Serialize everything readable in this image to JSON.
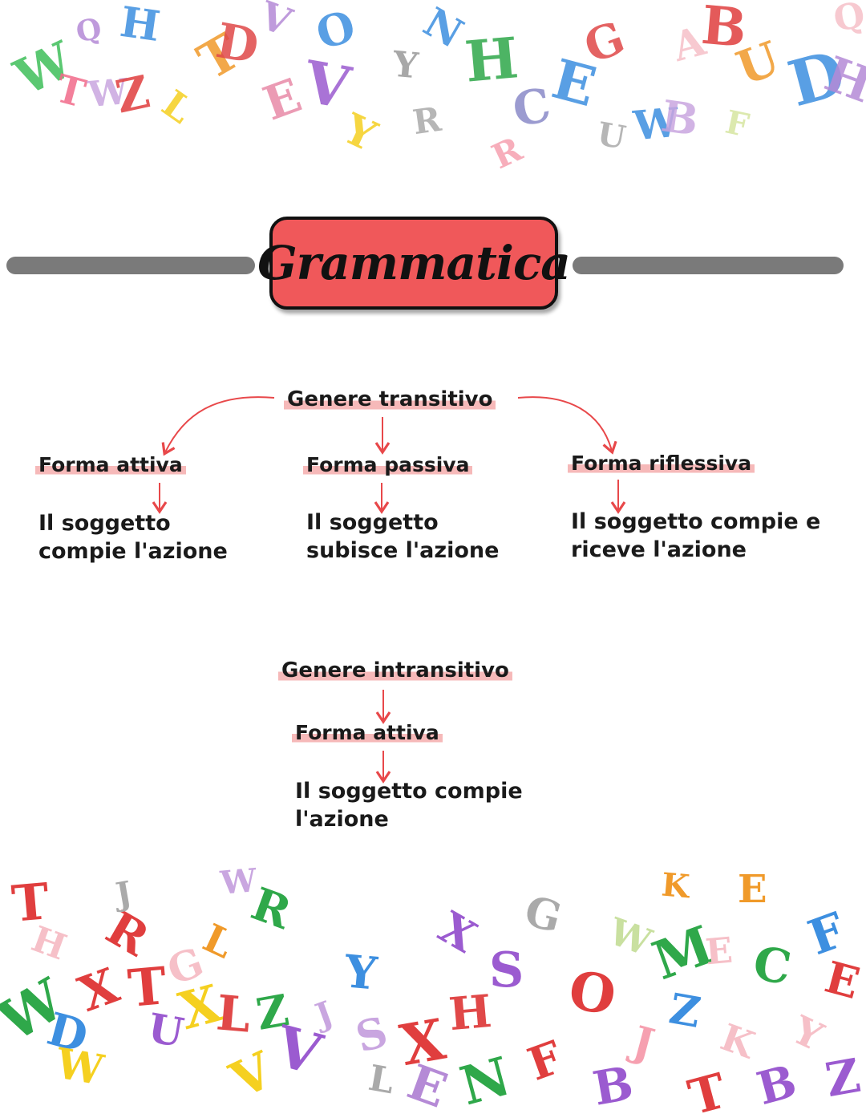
{
  "title": "Grammatica",
  "accent_color": "#f0585a",
  "arrow_color": "#e8484a",
  "highlight_color": "#f6b9b9",
  "transitive": {
    "heading": "Genere transitivo",
    "columns": [
      {
        "form": "Forma attiva",
        "desc": "Il soggetto compie l'azione"
      },
      {
        "form": "Forma passiva",
        "desc": "Il soggetto subisce l'azione"
      },
      {
        "form": "Forma riflessiva",
        "desc": "Il soggetto compie e riceve l'azione"
      }
    ]
  },
  "intransitive": {
    "heading": "Genere intransitivo",
    "form": "Forma attiva",
    "desc": "Il soggetto compie l'azione"
  }
}
